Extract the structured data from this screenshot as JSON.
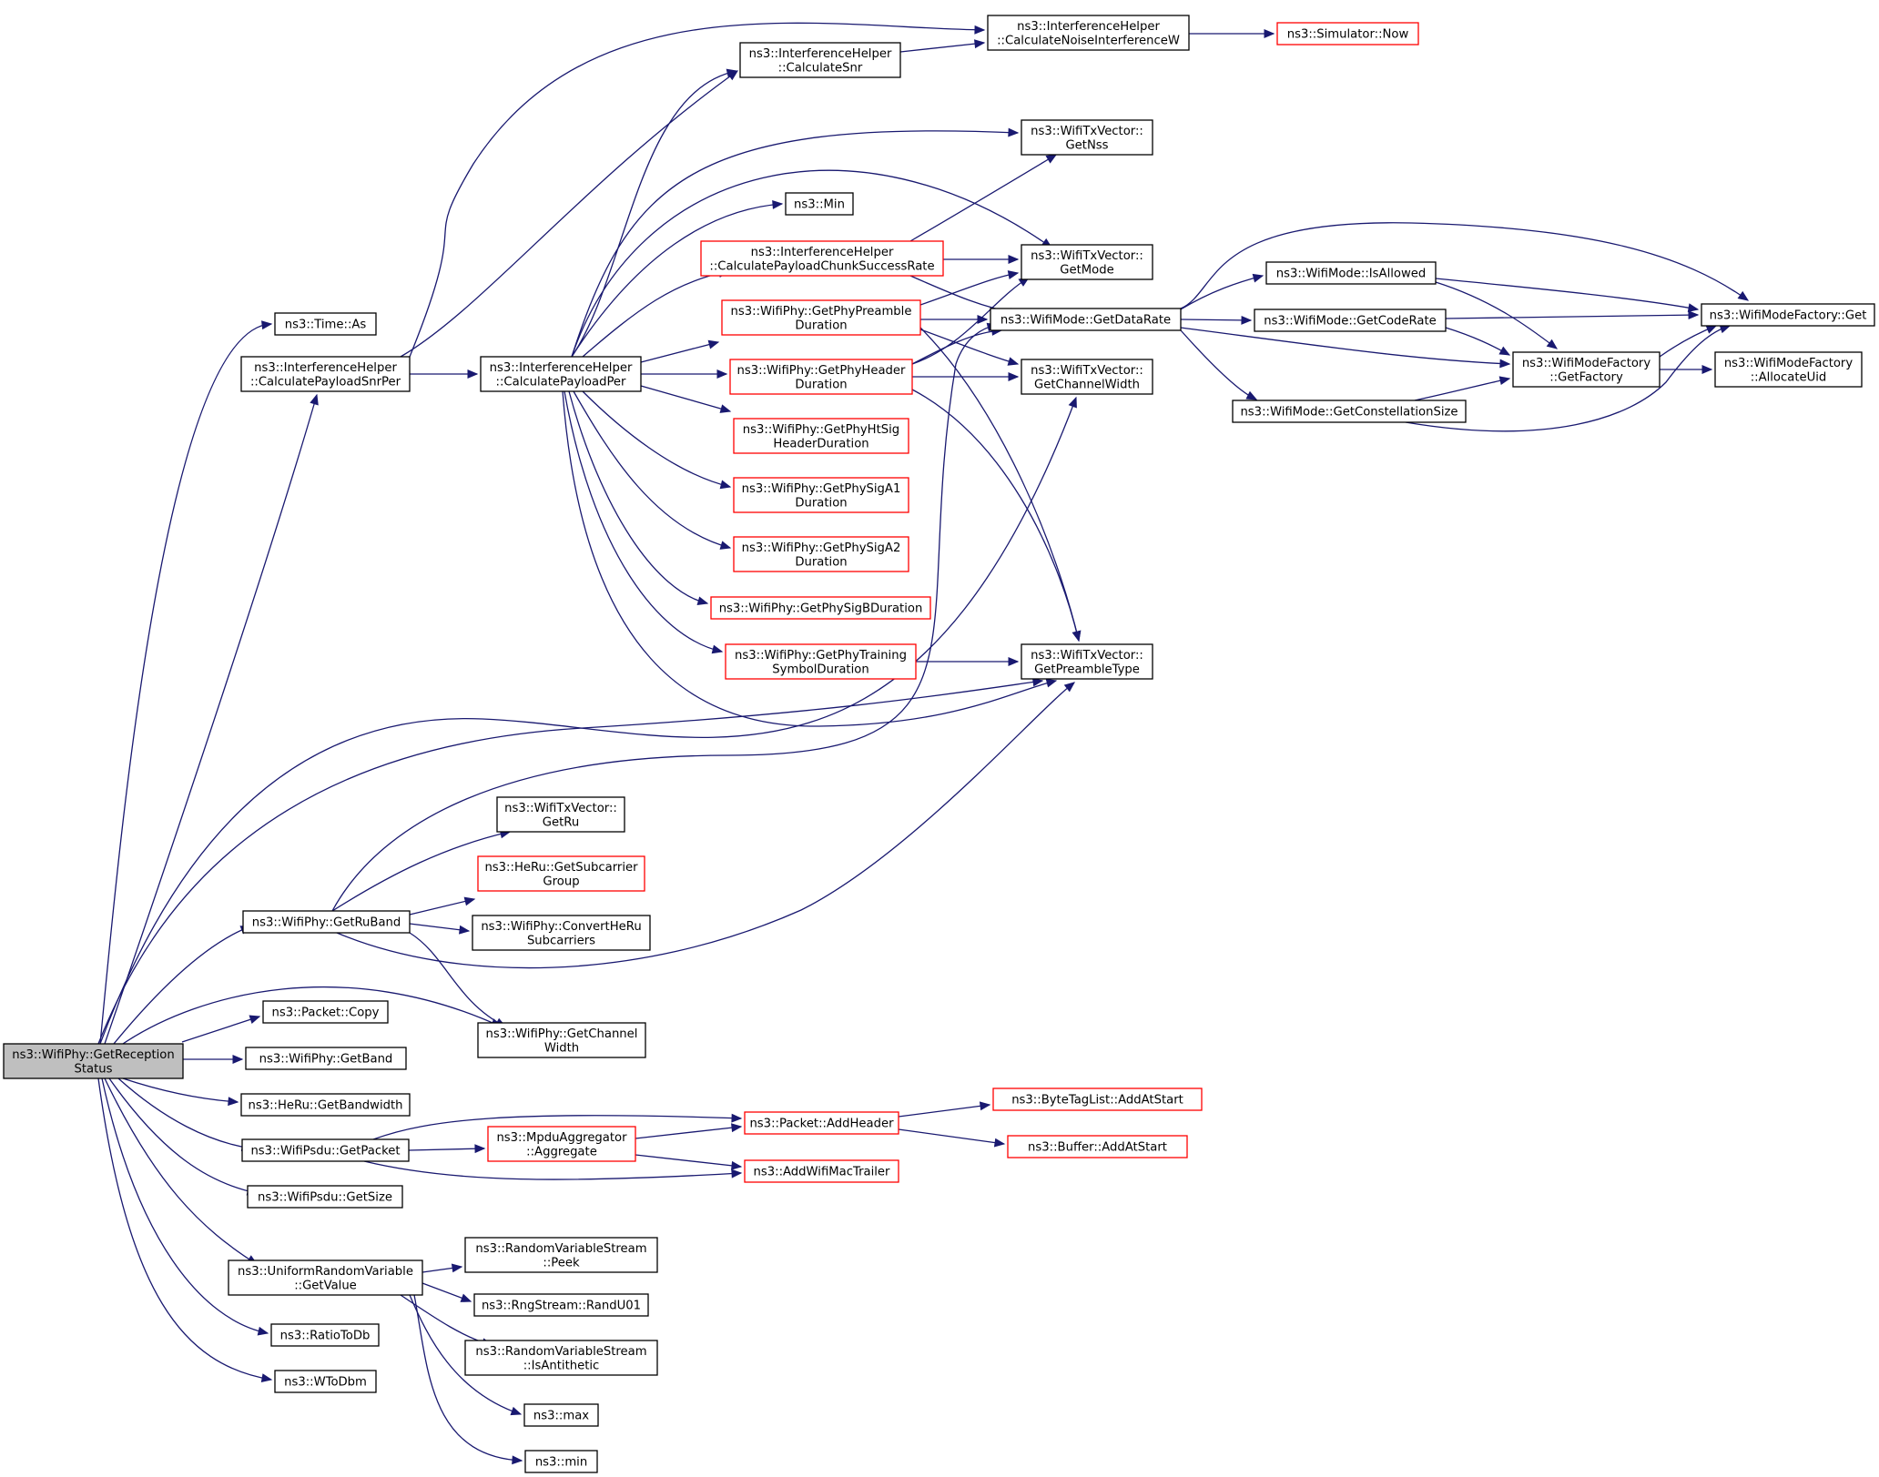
{
  "colors": {
    "edge": "#191970",
    "node_border": "#000000",
    "truncated_border": "#ff0000",
    "root_fill": "#bfbfbf",
    "node_fill": "#ffffff"
  },
  "nodes": {
    "root": {
      "lines": [
        "ns3::WifiPhy::GetReception",
        "Status"
      ],
      "style": "root"
    },
    "timeAs": {
      "lines": [
        "ns3::Time::As"
      ],
      "style": "normal"
    },
    "calcPayloadSnrPer": {
      "lines": [
        "ns3::InterferenceHelper",
        "::CalculatePayloadSnrPer"
      ],
      "style": "normal"
    },
    "calcPayloadPer": {
      "lines": [
        "ns3::InterferenceHelper",
        "::CalculatePayloadPer"
      ],
      "style": "normal"
    },
    "calcSnr": {
      "lines": [
        "ns3::InterferenceHelper",
        "::CalculateSnr"
      ],
      "style": "normal"
    },
    "calcNoise": {
      "lines": [
        "ns3::InterferenceHelper",
        "::CalculateNoiseInterferenceW"
      ],
      "style": "normal"
    },
    "simNow": {
      "lines": [
        "ns3::Simulator::Now"
      ],
      "style": "trunc"
    },
    "getNss": {
      "lines": [
        "ns3::WifiTxVector::",
        "GetNss"
      ],
      "style": "normal"
    },
    "min1": {
      "lines": [
        "ns3::Min"
      ],
      "style": "normal"
    },
    "chunkSuccess": {
      "lines": [
        "ns3::InterferenceHelper",
        "::CalculatePayloadChunkSuccessRate"
      ],
      "style": "trunc"
    },
    "getMode": {
      "lines": [
        "ns3::WifiTxVector::",
        "GetMode"
      ],
      "style": "normal"
    },
    "preambleDur": {
      "lines": [
        "ns3::WifiPhy::GetPhyPreamble",
        "Duration"
      ],
      "style": "trunc"
    },
    "headerDur": {
      "lines": [
        "ns3::WifiPhy::GetPhyHeader",
        "Duration"
      ],
      "style": "trunc"
    },
    "htSigDur": {
      "lines": [
        "ns3::WifiPhy::GetPhyHtSig",
        "HeaderDuration"
      ],
      "style": "trunc"
    },
    "sigA1Dur": {
      "lines": [
        "ns3::WifiPhy::GetPhySigA1",
        "Duration"
      ],
      "style": "trunc"
    },
    "sigA2Dur": {
      "lines": [
        "ns3::WifiPhy::GetPhySigA2",
        "Duration"
      ],
      "style": "trunc"
    },
    "sigBDur": {
      "lines": [
        "ns3::WifiPhy::GetPhySigBDuration"
      ],
      "style": "trunc"
    },
    "trainingDur": {
      "lines": [
        "ns3::WifiPhy::GetPhyTraining",
        "SymbolDuration"
      ],
      "style": "trunc"
    },
    "getDataRate": {
      "lines": [
        "ns3::WifiMode::GetDataRate"
      ],
      "style": "normal"
    },
    "txChannelWidth": {
      "lines": [
        "ns3::WifiTxVector::",
        "GetChannelWidth"
      ],
      "style": "normal"
    },
    "getPreambleType": {
      "lines": [
        "ns3::WifiTxVector::",
        "GetPreambleType"
      ],
      "style": "normal"
    },
    "isAllowed": {
      "lines": [
        "ns3::WifiMode::IsAllowed"
      ],
      "style": "normal"
    },
    "getCodeRate": {
      "lines": [
        "ns3::WifiMode::GetCodeRate"
      ],
      "style": "normal"
    },
    "getConstSize": {
      "lines": [
        "ns3::WifiMode::GetConstellationSize"
      ],
      "style": "normal"
    },
    "factoryGet": {
      "lines": [
        "ns3::WifiModeFactory::Get"
      ],
      "style": "normal"
    },
    "getFactory": {
      "lines": [
        "ns3::WifiModeFactory",
        "::GetFactory"
      ],
      "style": "normal"
    },
    "allocateUid": {
      "lines": [
        "ns3::WifiModeFactory",
        "::AllocateUid"
      ],
      "style": "normal"
    },
    "getRu": {
      "lines": [
        "ns3::WifiTxVector::",
        "GetRu"
      ],
      "style": "normal"
    },
    "subcarrierGroup": {
      "lines": [
        "ns3::HeRu::GetSubcarrier",
        "Group"
      ],
      "style": "trunc"
    },
    "convertHeRu": {
      "lines": [
        "ns3::WifiPhy::ConvertHeRu",
        "Subcarriers"
      ],
      "style": "normal"
    },
    "getRuBand": {
      "lines": [
        "ns3::WifiPhy::GetRuBand"
      ],
      "style": "normal"
    },
    "phyChannelWidth": {
      "lines": [
        "ns3::WifiPhy::GetChannel",
        "Width"
      ],
      "style": "normal"
    },
    "packetCopy": {
      "lines": [
        "ns3::Packet::Copy"
      ],
      "style": "normal"
    },
    "getBand": {
      "lines": [
        "ns3::WifiPhy::GetBand"
      ],
      "style": "normal"
    },
    "getBandwidth": {
      "lines": [
        "ns3::HeRu::GetBandwidth"
      ],
      "style": "normal"
    },
    "psduGetPacket": {
      "lines": [
        "ns3::WifiPsdu::GetPacket"
      ],
      "style": "normal"
    },
    "psduGetSize": {
      "lines": [
        "ns3::WifiPsdu::GetSize"
      ],
      "style": "normal"
    },
    "addHeader": {
      "lines": [
        "ns3::Packet::AddHeader"
      ],
      "style": "trunc"
    },
    "aggregate": {
      "lines": [
        "ns3::MpduAggregator",
        "::Aggregate"
      ],
      "style": "trunc"
    },
    "addMacTrailer": {
      "lines": [
        "ns3::AddWifiMacTrailer"
      ],
      "style": "trunc"
    },
    "tagAddAtStart": {
      "lines": [
        "ns3::ByteTagList::AddAtStart"
      ],
      "style": "trunc"
    },
    "bufAddAtStart": {
      "lines": [
        "ns3::Buffer::AddAtStart"
      ],
      "style": "trunc"
    },
    "uniformGetValue": {
      "lines": [
        "ns3::UniformRandomVariable",
        "::GetValue"
      ],
      "style": "normal"
    },
    "rvsPeek": {
      "lines": [
        "ns3::RandomVariableStream",
        "::Peek"
      ],
      "style": "normal"
    },
    "randU01": {
      "lines": [
        "ns3::RngStream::RandU01"
      ],
      "style": "normal"
    },
    "isAntithetic": {
      "lines": [
        "ns3::RandomVariableStream",
        "::IsAntithetic"
      ],
      "style": "normal"
    },
    "max": {
      "lines": [
        "ns3::max"
      ],
      "style": "normal"
    },
    "min2": {
      "lines": [
        "ns3::min"
      ],
      "style": "normal"
    },
    "ratioToDb": {
      "lines": [
        "ns3::RatioToDb"
      ],
      "style": "normal"
    },
    "wToDbm": {
      "lines": [
        "ns3::WToDbm"
      ],
      "style": "normal"
    }
  }
}
